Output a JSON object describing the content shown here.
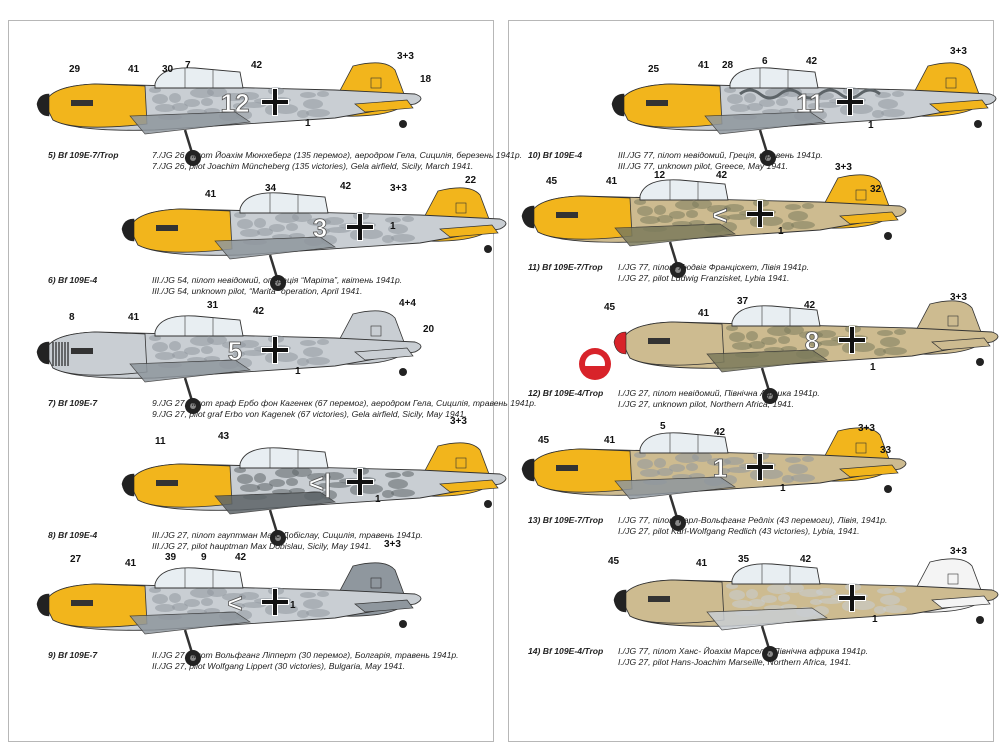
{
  "left_page": {
    "entries": [
      {
        "title": "5) Bf 109E-7/Trop",
        "line_ua": "7./JG 26, пілот Йоахім Мюнхеберг (135 перемог), аеродром Гела, Сицилія, березень 1941р.",
        "line_en": "7./JG 26, pilot Joachim Müncheberg (135 victories), Gela airfield, Sicily, March 1941.",
        "code": "12",
        "callouts": [
          "29",
          "41",
          "30",
          "7",
          "42",
          "3+3",
          "18",
          "1"
        ]
      },
      {
        "title": "6) Bf 109E-4",
        "line_ua": "III./JG 54, пілот невідомий, операція “Маріта”, квітень 1941р.",
        "line_en": "III./JG 54, unknown pilot, “Marita” operation, April 1941.",
        "code": "3",
        "callouts": [
          "41",
          "34",
          "42",
          "3+3",
          "22",
          "1"
        ]
      },
      {
        "title": "7) Bf 109E-7",
        "line_ua": "9./JG 27, пілот граф Ербо фон Кагенек (67 перемог), аеродром Гела, Сицилія, травень 1941р.",
        "line_en": "9./JG 27, pilot graf Erbo von Kagenek (67 victories), Gela airfield, Sicily, May 1941.",
        "code": "5",
        "callouts": [
          "8",
          "41",
          "31",
          "42",
          "4+4",
          "20",
          "1"
        ]
      },
      {
        "title": "8) Bf 109E-4",
        "line_ua": "III./JG 27, пілот гауптман Макс Добіслау, Сицилія, травень 1941р.",
        "line_en": "III./JG 27, pilot hauptman Max Dobislau, Sicily, May 1941.",
        "code": "<|",
        "callouts": [
          "11",
          "43",
          "3+3",
          "1"
        ]
      },
      {
        "title": "9) Bf 109E-7",
        "line_ua": "II./JG 27, пілот Вольфганг Ліпперт (30 перемог), Болгарія, травень 1941р.",
        "line_en": "II./JG 27, pilot Wolfgang Lippert (30 victories), Bulgaria, May 1941.",
        "code": "<",
        "callouts": [
          "27",
          "41",
          "39",
          "9",
          "42",
          "3+3",
          "1"
        ]
      }
    ]
  },
  "right_page": {
    "entries": [
      {
        "title": "10) Bf 109E-4",
        "line_ua": "III./JG 77, пілот невідомий, Греція, травень 1941р.",
        "line_en": "III./JG 77, unknown pilot, Greece, May 1941.",
        "code": "11",
        "callouts": [
          "25",
          "41",
          "28",
          "6",
          "42",
          "3+3",
          "1"
        ]
      },
      {
        "title": "11) Bf 109E-7/Trop",
        "line_ua": "I./JG 77, пілот Людвіг Франціскет, Лівія 1941р.",
        "line_en": "I./JG 27, pilot Ludwig Franzisket, Lybia 1941.",
        "code": "<",
        "callouts": [
          "45",
          "41",
          "12",
          "42",
          "3+3",
          "32",
          "1"
        ]
      },
      {
        "title": "12) Bf 109E-4/Trop",
        "line_ua": "I./JG 27, пілот невідомий, Північна Африка 1941р.",
        "line_en": "I./JG 27, unknown pilot, Northern Africa, 1941.",
        "code": "8",
        "callouts": [
          "45",
          "41",
          "37",
          "42",
          "3+3",
          "1"
        ]
      },
      {
        "title": "13) Bf 109E-7/Trop",
        "line_ua": "I./JG 77, пілот Карл-Вольфганг Редліх (43 перемоги), Лівія, 1941р.",
        "line_en": "I./JG 27, pilot Karl-Wolfgang Redlich (43 victories), Lybia, 1941.",
        "code": "1",
        "callouts": [
          "45",
          "41",
          "5",
          "42",
          "3+3",
          "33",
          "1"
        ]
      },
      {
        "title": "14) Bf 109E-4/Trop",
        "line_ua": "I./JG 77, пілот Ханс- Йоахім Марсель, Північна африка 1941р.",
        "line_en": "I./JG 27, pilot Hans-Joachim Marseille, Northern Africa, 1941.",
        "code": "",
        "callouts": [
          "45",
          "41",
          "35",
          "42",
          "3+3",
          "1"
        ]
      }
    ]
  },
  "colors": {
    "yellow": "#f2b51c",
    "grey_light": "#c9ced3",
    "grey_mid": "#8f979e",
    "grey_dark": "#5d6468",
    "sand": "#cdbb90",
    "olive": "#7c7b5c",
    "black": "#111111",
    "red": "#d8232a"
  }
}
